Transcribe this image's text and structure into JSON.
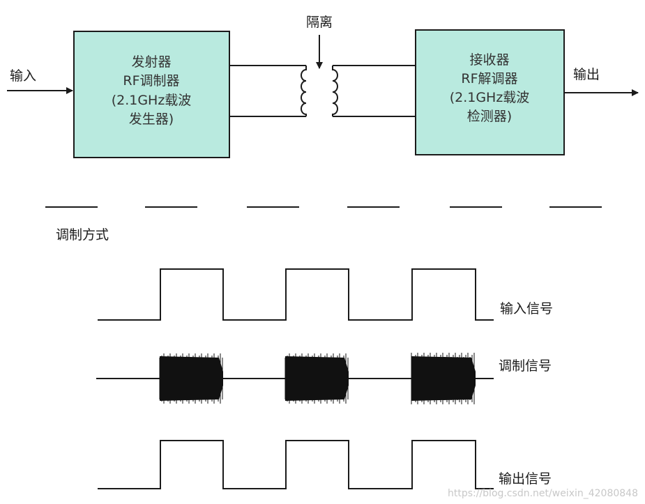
{
  "colors": {
    "box_fill": "#b9eadf",
    "line": "#1a1a1a",
    "burst": "#111111"
  },
  "block_diagram": {
    "input_label": "输入",
    "output_label": "输出",
    "isolation_label": "隔离",
    "transmitter": {
      "lines": [
        "发射器",
        "RF调制器",
        "(2.1GHz载波",
        "发生器)"
      ]
    },
    "receiver": {
      "lines": [
        "接收器",
        "RF解调器",
        "(2.1GHz载波",
        "检测器)"
      ]
    }
  },
  "modulation": {
    "section_title": "调制方式",
    "input_signal_label": "输入信号",
    "modulated_signal_label": "调制信号",
    "output_signal_label": "输出信号"
  },
  "watermark": "https://blog.csdn.net/weixin_42080848"
}
